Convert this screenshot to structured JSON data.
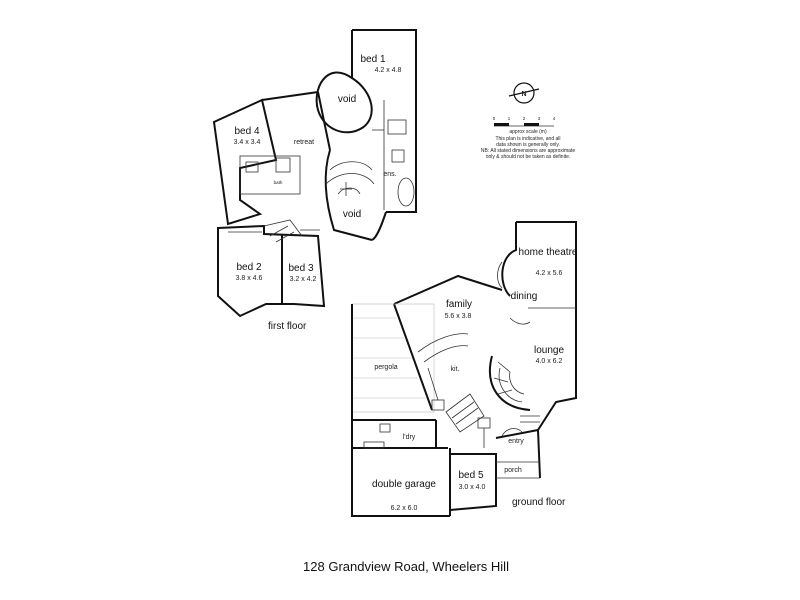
{
  "first_floor": {
    "label": "first floor",
    "rooms": {
      "bed1": {
        "name": "bed 1",
        "size": "4.2 x 4.8"
      },
      "void_top": {
        "name": "void"
      },
      "bed4": {
        "name": "bed 4",
        "size": "3.4 x 3.4"
      },
      "retreat": {
        "name": "retreat"
      },
      "bath": {
        "name": "bath"
      },
      "ens": {
        "name": "ens."
      },
      "void_mid": {
        "name": "void"
      },
      "bed2": {
        "name": "bed 2",
        "size": "3.8 x 4.6"
      },
      "bed3": {
        "name": "bed 3",
        "size": "3.2 x 4.2"
      }
    }
  },
  "ground_floor": {
    "label": "ground floor",
    "rooms": {
      "home_theatre": {
        "name": "home theatre",
        "size": "4.2 x 5.6"
      },
      "dining": {
        "name": "dining"
      },
      "family": {
        "name": "family",
        "size": "5.6 x 3.8"
      },
      "lounge": {
        "name": "lounge",
        "size": "4.0 x 6.2"
      },
      "pergola": {
        "name": "pergola"
      },
      "kit": {
        "name": "kit."
      },
      "ldry": {
        "name": "l'dry"
      },
      "entry": {
        "name": "entry"
      },
      "bed5": {
        "name": "bed 5",
        "size": "3.0 x 4.0"
      },
      "porch": {
        "name": "porch"
      },
      "double_garage": {
        "name": "double garage",
        "size": "6.2 x 6.0"
      }
    }
  },
  "legend": {
    "north": "N",
    "scale_ticks": [
      "0",
      "1",
      "2",
      "3",
      "4"
    ],
    "scale_label": "approx scale (m)",
    "note_line1": "This plan is indicative, and all",
    "note_line2": "data shown is generally only.",
    "note_line3": "NB: All stated dimensions are approximate",
    "note_line4": "only & should not be taken as definite."
  },
  "address": "128 Grandview Road, Wheelers Hill"
}
